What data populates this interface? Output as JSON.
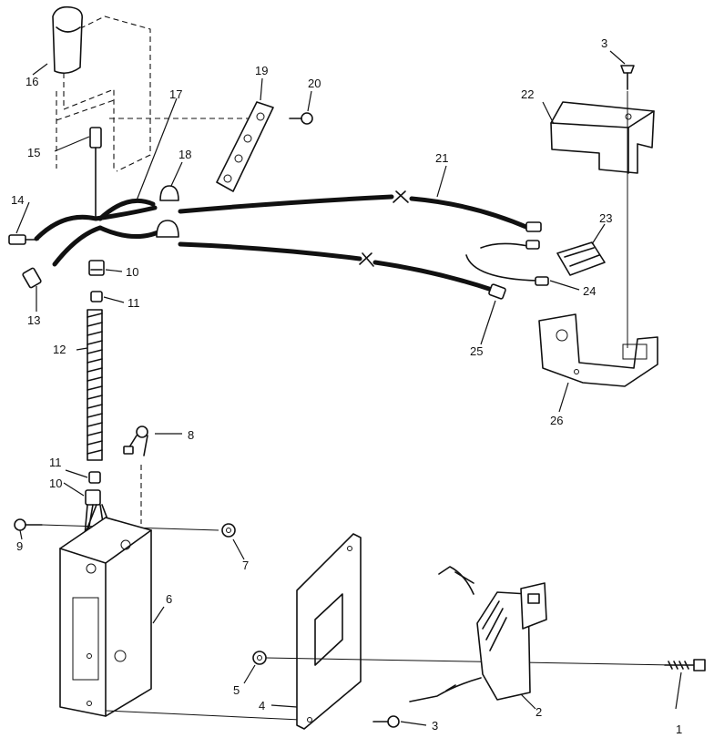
{
  "callouts": {
    "p1": "1",
    "p2": "2",
    "p3a": "3",
    "p3b": "3",
    "p4": "4",
    "p5": "5",
    "p6": "6",
    "p7": "7",
    "p8": "8",
    "p9": "9",
    "p10a": "10",
    "p10b": "10",
    "p11a": "11",
    "p11b": "11",
    "p12": "12",
    "p13": "13",
    "p14": "14",
    "p15": "15",
    "p16": "16",
    "p17": "17",
    "p18": "18",
    "p19": "19",
    "p20": "20",
    "p21": "21",
    "p22": "22",
    "p23": "23",
    "p24": "24",
    "p25": "25",
    "p26": "26"
  }
}
